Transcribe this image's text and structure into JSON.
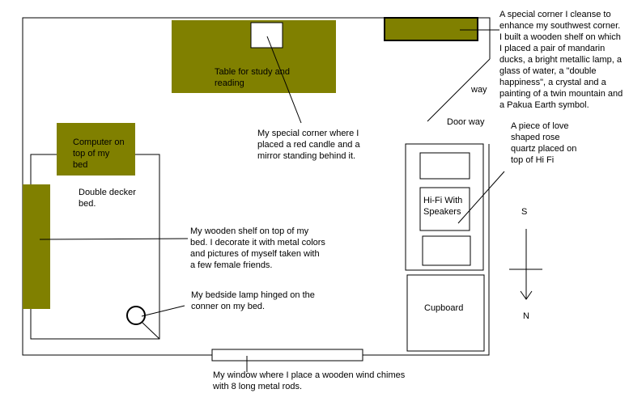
{
  "colors": {
    "olive": "#808000",
    "line": "#000000"
  },
  "labels": {
    "table": "Table for study and\nreading",
    "candle": "My special corner where I\nplaced a red candle and a\nmirror standing behind it.",
    "southwest": "A special corner I cleanse to\nenhance my southwest corner.\nI built a wooden shelf on which\nI placed a pair of mandarin\nducks, a bright metallic lamp, a\nglass of water, a \"double\nhappiness\", a crystal and a\npainting of a twin mountain and\na Pakua Earth symbol.",
    "stray": "way",
    "doorway": "Door way",
    "quartz": "A piece of love\nshaped rose\nquartz placed on\ntop of Hi Fi",
    "computer": "Computer on\ntop of my\nbed",
    "bed": "Double decker\nbed.",
    "shelf": "My wooden shelf on top of my\nbed. I decorate it with metal colors\nand pictures of myself taken with\na few female friends.",
    "lamp": "My bedside lamp hinged on the\nconner on my bed.",
    "hifi": "Hi-Fi With\nSpeakers",
    "cupboard": "Cupboard",
    "window": "My window where I place a wooden wind chimes\nwith 8 long metal rods.",
    "south": "S",
    "north": "N"
  }
}
